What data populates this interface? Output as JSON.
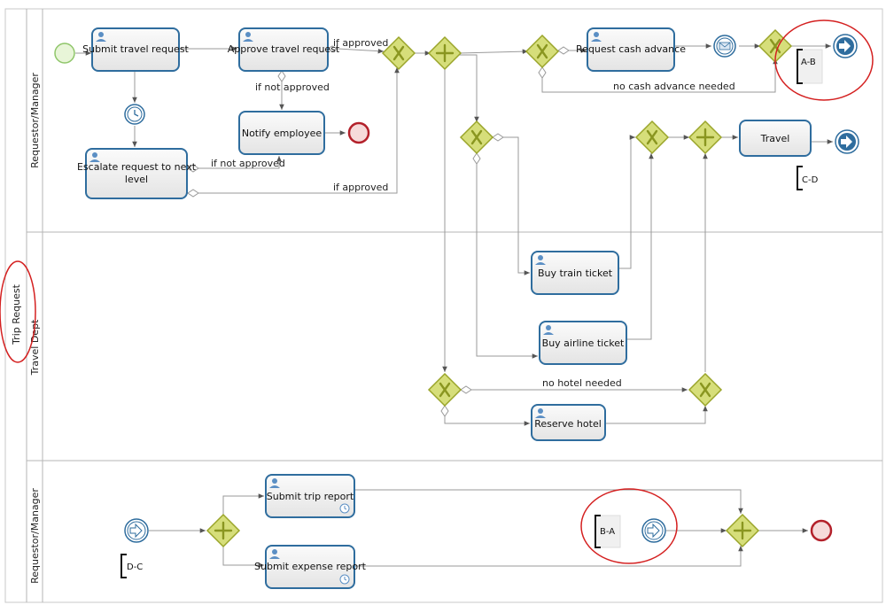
{
  "pool": {
    "name": "Trip Request"
  },
  "lanes": {
    "lane1": "Requestor/Manager",
    "lane2": "Travel Dept",
    "lane3": "Requestor/Manager"
  },
  "tasks": {
    "submit_travel_request": "Submit travel request",
    "approve_travel_request": "Approve travel request",
    "notify_employee": "Notify employee",
    "escalate_line1": "Escalate request to next",
    "escalate_line2": "level",
    "request_cash_advance": "Request cash advance",
    "travel": "Travel",
    "buy_train_ticket": "Buy train ticket",
    "buy_airline_ticket": "Buy airline ticket",
    "reserve_hotel": "Reserve hotel",
    "submit_trip_report": "Submit trip report",
    "submit_expense_report": "Submit expense report"
  },
  "flow_labels": {
    "if_approved_1": "if approved",
    "if_not_approved_1": "if not approved",
    "if_not_approved_2": "if not approved",
    "if_approved_2": "if approved",
    "no_cash_advance": "no cash advance needed",
    "no_hotel": "no hotel needed"
  },
  "link_annotations": {
    "ab": "A-B",
    "cd": "C-D",
    "dc": "D-C",
    "ba": "B-A"
  },
  "colors": {
    "task_stroke": "#2f6d9e",
    "gateway_fill": "#d6de7a",
    "event_start": "#8fc66a",
    "event_end": "#b3202a",
    "highlight": "#d42020"
  }
}
